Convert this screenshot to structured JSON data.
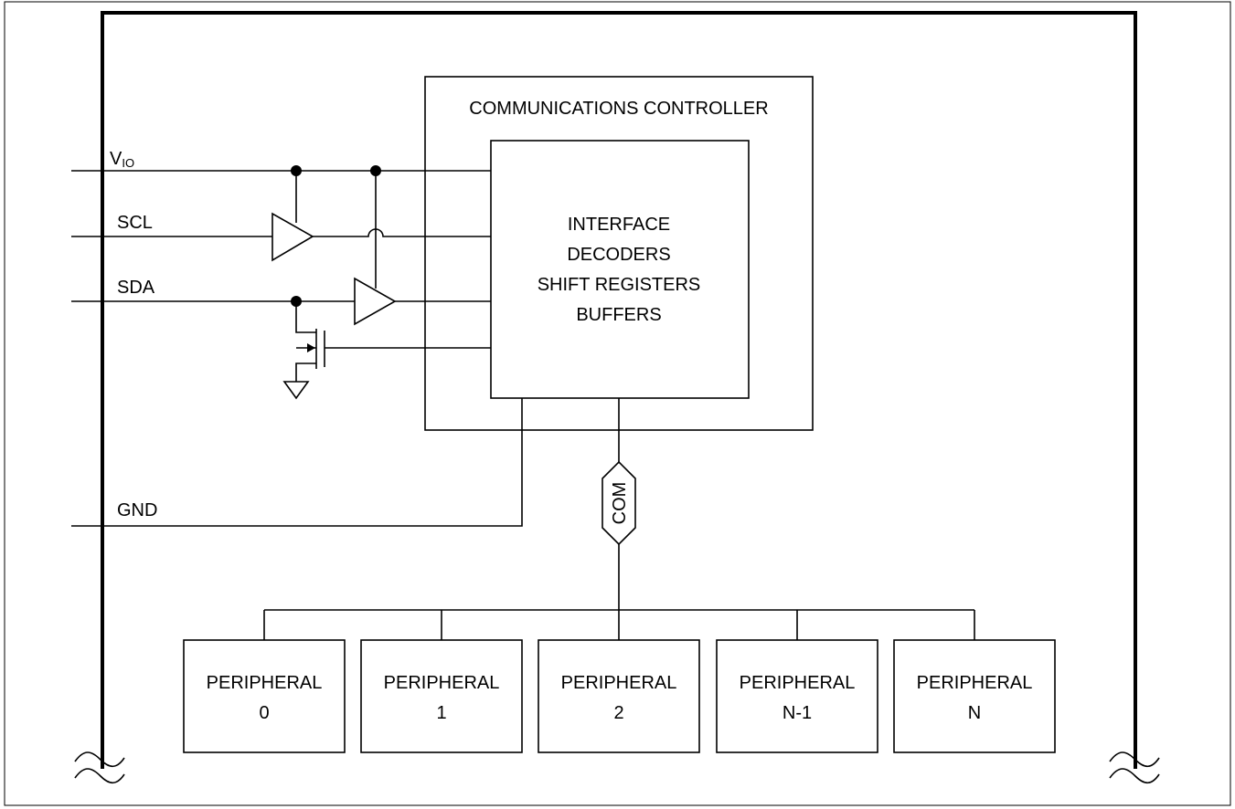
{
  "controller": {
    "title": "COMMUNICATIONS CONTROLLER",
    "core_lines": [
      "INTERFACE",
      "DECODERS",
      "SHIFT REGISTERS",
      "BUFFERS"
    ]
  },
  "pins": {
    "vio_main": "V",
    "vio_sub": "IO",
    "scl": "SCL",
    "sda": "SDA",
    "gnd": "GND"
  },
  "bus_label": "COM",
  "peripherals": [
    {
      "line1": "PERIPHERAL",
      "line2": "0"
    },
    {
      "line1": "PERIPHERAL",
      "line2": "1"
    },
    {
      "line1": "PERIPHERAL",
      "line2": "2"
    },
    {
      "line1": "PERIPHERAL",
      "line2": "N-1"
    },
    {
      "line1": "PERIPHERAL",
      "line2": "N"
    }
  ]
}
